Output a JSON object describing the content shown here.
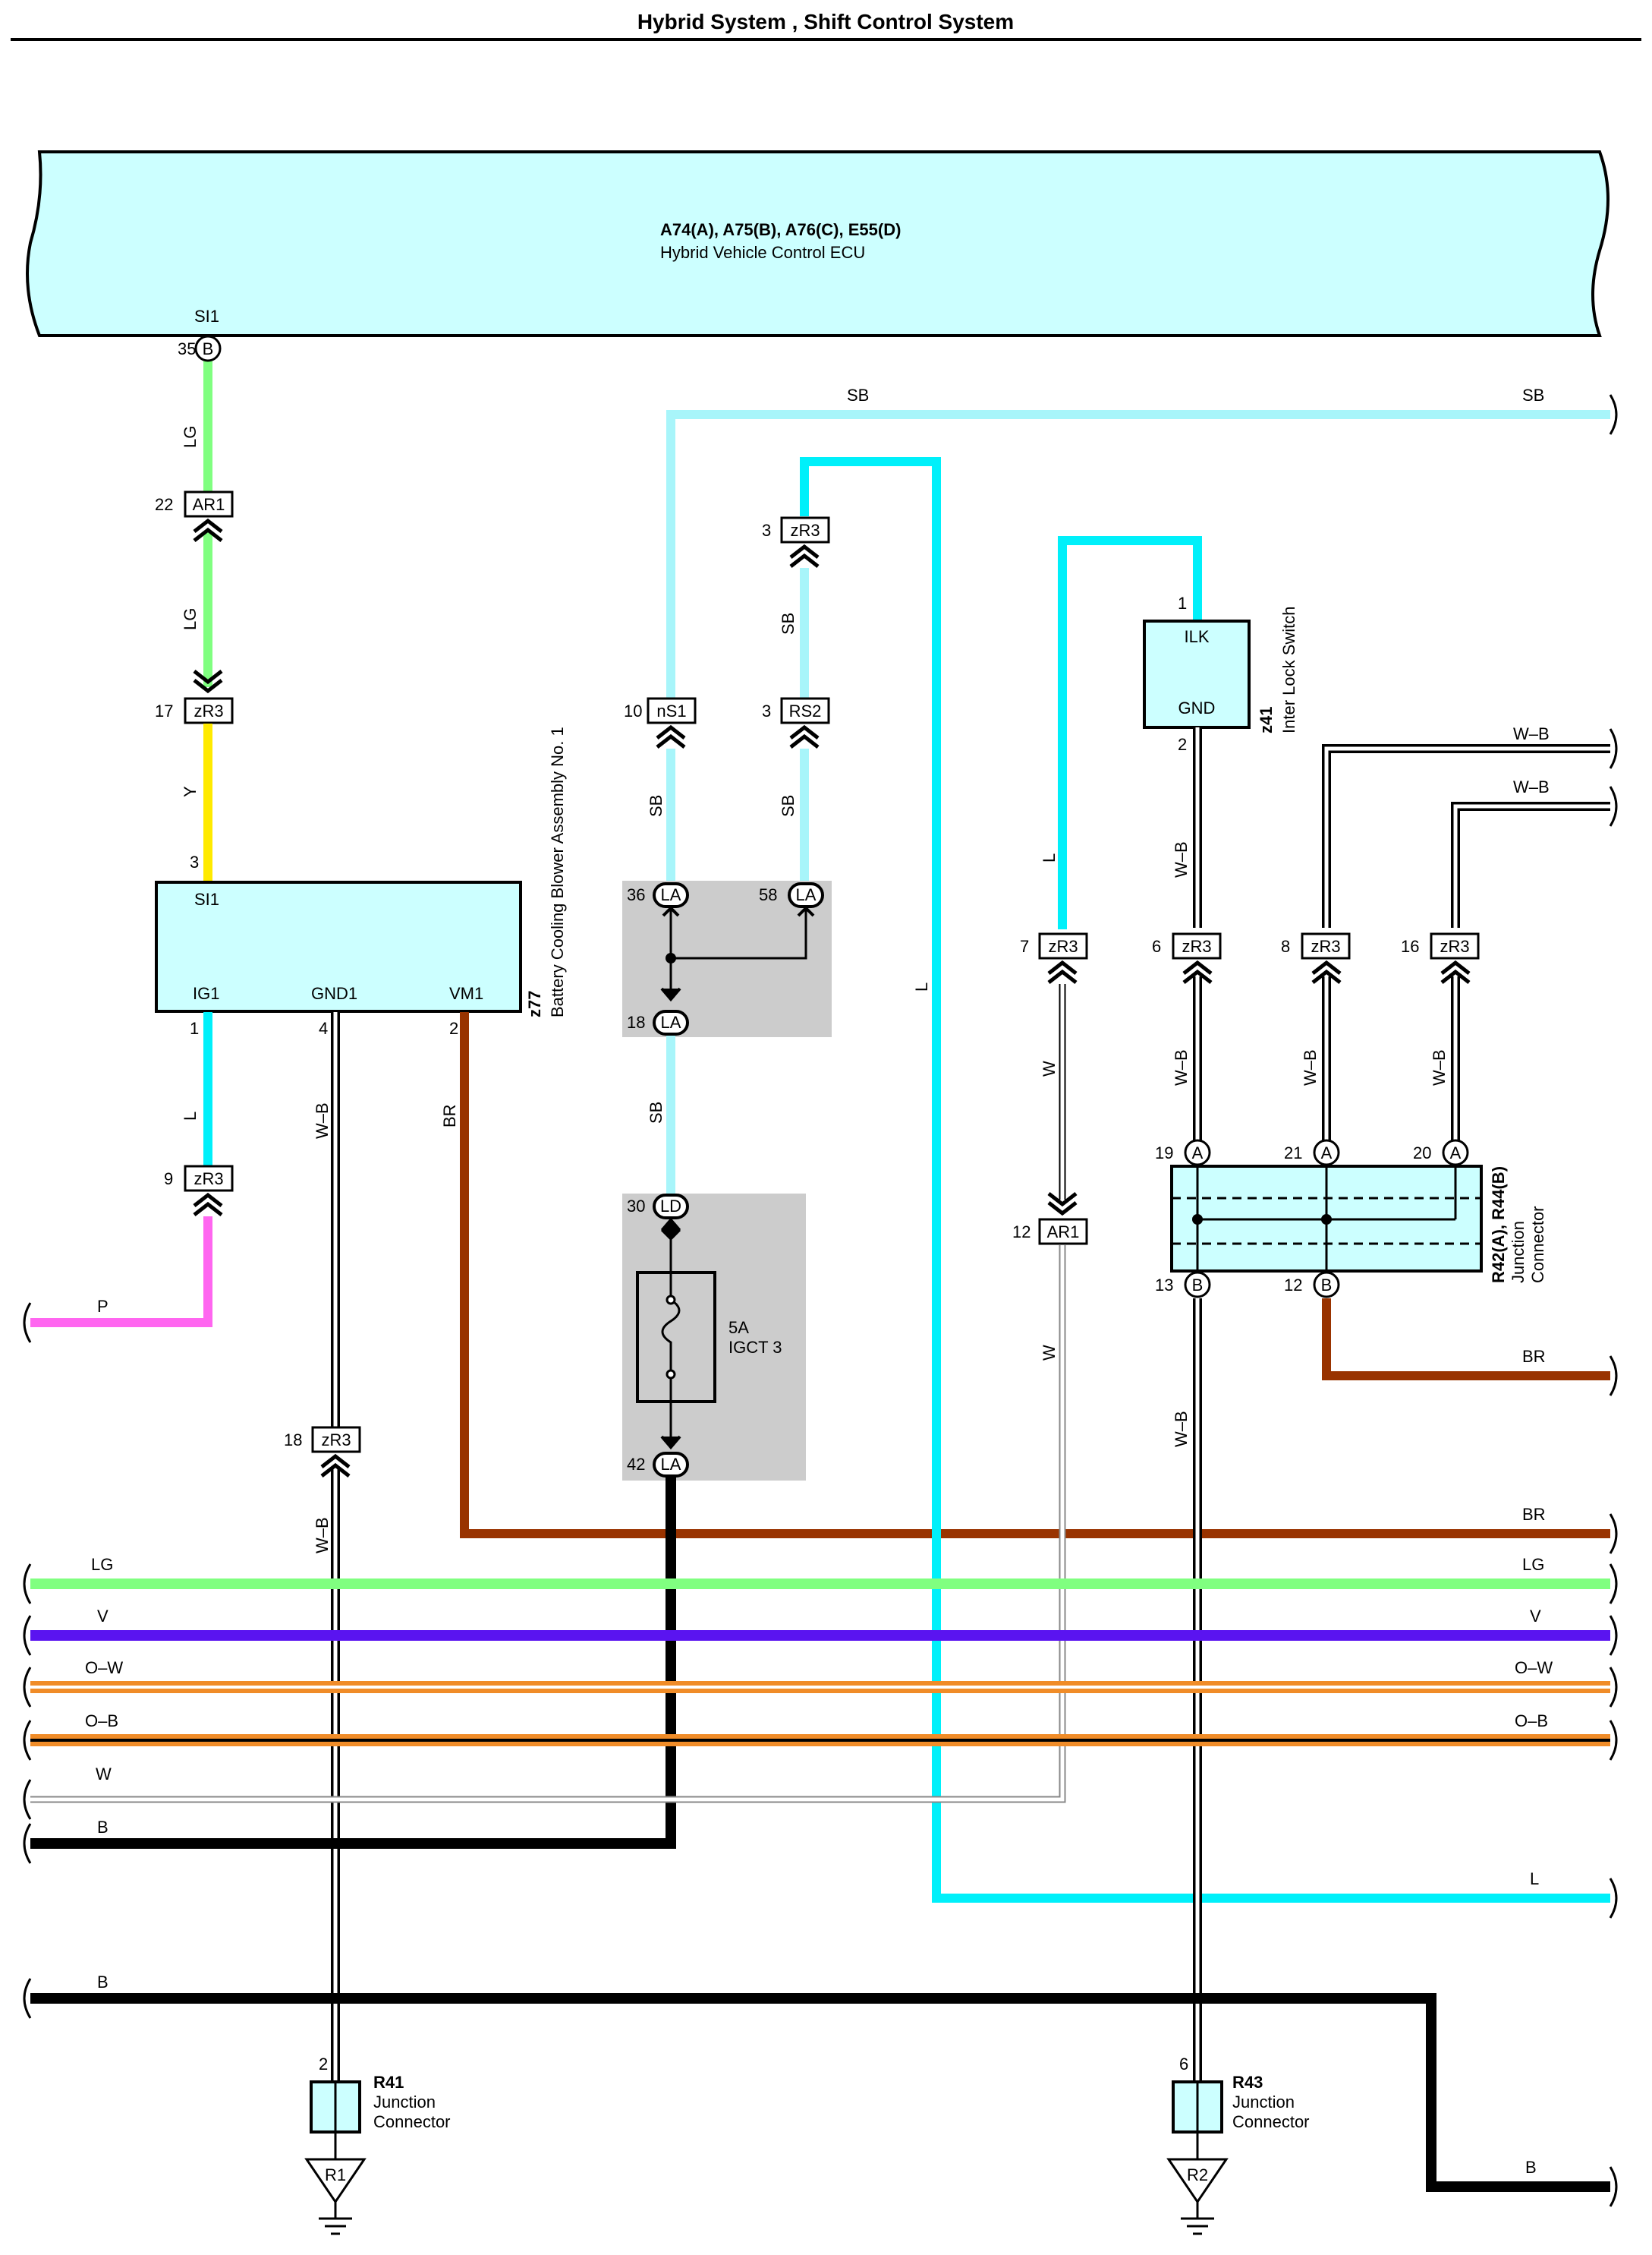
{
  "title": "Hybrid System , Shift Control System",
  "colors": {
    "LG": "#80ff80",
    "SB": "#a8f5fa",
    "L": "#00f0fa",
    "Y": "#ffea00",
    "P": "#ff66f0",
    "BR": "#993300",
    "V": "#5a14f0",
    "O": "#f08c28",
    "B": "#000000",
    "component_fill": "#ccffff",
    "relay_block_fill": "#cccccc"
  },
  "ecu": {
    "connectors": "A74(A), A75(B), A76(C), E55(D)",
    "name": "Hybrid Vehicle Control ECU",
    "terminal": "SI1",
    "pin": "35",
    "pin_letter": "B"
  },
  "blower": {
    "code": "z77",
    "name": "Battery Cooling Blower Assembly No. 1",
    "t_si1": "SI1",
    "t_ig1": "IG1",
    "t_gnd1": "GND1",
    "t_vm1": "VM1",
    "p3": "3",
    "p1": "1",
    "p4": "4",
    "p2": "2"
  },
  "switch": {
    "code": "z41",
    "name": "Inter Lock Switch",
    "t_ilk": "ILK",
    "t_gnd": "GND",
    "p1": "1",
    "p2": "2"
  },
  "junction_rb": {
    "code": "R42(A), R44(B)",
    "line1": "Junction",
    "line2": "Connector",
    "pins": {
      "p19": "19",
      "p21": "21",
      "p20": "20",
      "p13": "13",
      "p12": "12"
    },
    "letter_a": "A",
    "letter_b": "B"
  },
  "r41": {
    "code": "R41",
    "line1": "Junction",
    "line2": "Connector",
    "pin": "2",
    "ground": "R1"
  },
  "r43": {
    "code": "R43",
    "line1": "Junction",
    "line2": "Connector",
    "pin": "6",
    "ground": "R2"
  },
  "fuse": {
    "rating": "5A",
    "name": "IGCT 3"
  },
  "relay_pins": {
    "p36": "36",
    "p58": "58",
    "p18": "18",
    "p30": "30",
    "p42": "42",
    "la": "LA",
    "ld": "LD"
  },
  "connectors": {
    "ar1_a": {
      "pin": "22",
      "name": "AR1"
    },
    "zr3_a": {
      "pin": "17",
      "name": "zR3"
    },
    "zr3_b": {
      "pin": "9",
      "name": "zR3"
    },
    "zr3_c": {
      "pin": "18",
      "name": "zR3"
    },
    "ns1": {
      "pin": "10",
      "name": "nS1"
    },
    "zr3_d": {
      "pin": "3",
      "name": "zR3"
    },
    "rs2": {
      "pin": "3",
      "name": "RS2"
    },
    "zr3_e": {
      "pin": "7",
      "name": "zR3"
    },
    "ar1_b": {
      "pin": "12",
      "name": "AR1"
    },
    "zr3_f": {
      "pin": "6",
      "name": "zR3"
    },
    "zr3_g": {
      "pin": "8",
      "name": "zR3"
    },
    "zr3_h": {
      "pin": "16",
      "name": "zR3"
    }
  },
  "wire_labels": {
    "lg_top": "LG",
    "lg_mid": "LG",
    "y": "Y",
    "l_blower": "L",
    "wb_gnd1": "W–B",
    "wb_gnd1_low": "W–B",
    "br_vm1": "BR",
    "p_left": "P",
    "sb_top_left": "SB",
    "sb_top_right": "SB",
    "sb_ns1": "SB",
    "sb_rs2_up": "SB",
    "sb_rs2_down": "SB",
    "sb_mid": "SB",
    "l_center": "L",
    "l_switch": "L",
    "w_upper": "W",
    "w_lower": "W",
    "wb_switch_up": "W–B",
    "wb_switch_down": "W–B",
    "wb_21": "W–B",
    "wb_20": "W–B",
    "wb_right_1": "W–B",
    "wb_right_2": "W–B",
    "wb_lower": "W–B",
    "br_right": "BR"
  },
  "buses": [
    {
      "label_left": "",
      "label_right": "BR",
      "color": "BR"
    },
    {
      "label_left": "LG",
      "label_right": "LG",
      "color": "LG"
    },
    {
      "label_left": "V",
      "label_right": "V",
      "color": "V"
    },
    {
      "label_left": "O–W",
      "label_right": "O–W",
      "color": "O"
    },
    {
      "label_left": "O–B",
      "label_right": "O–B",
      "color": "O"
    },
    {
      "label_left": "W",
      "label_right": "",
      "color": "W"
    },
    {
      "label_left": "B",
      "label_right": "",
      "color": "B"
    },
    {
      "label_left": "",
      "label_right": "L",
      "color": "L"
    },
    {
      "label_left": "B",
      "label_right": "B",
      "color": "B"
    }
  ]
}
